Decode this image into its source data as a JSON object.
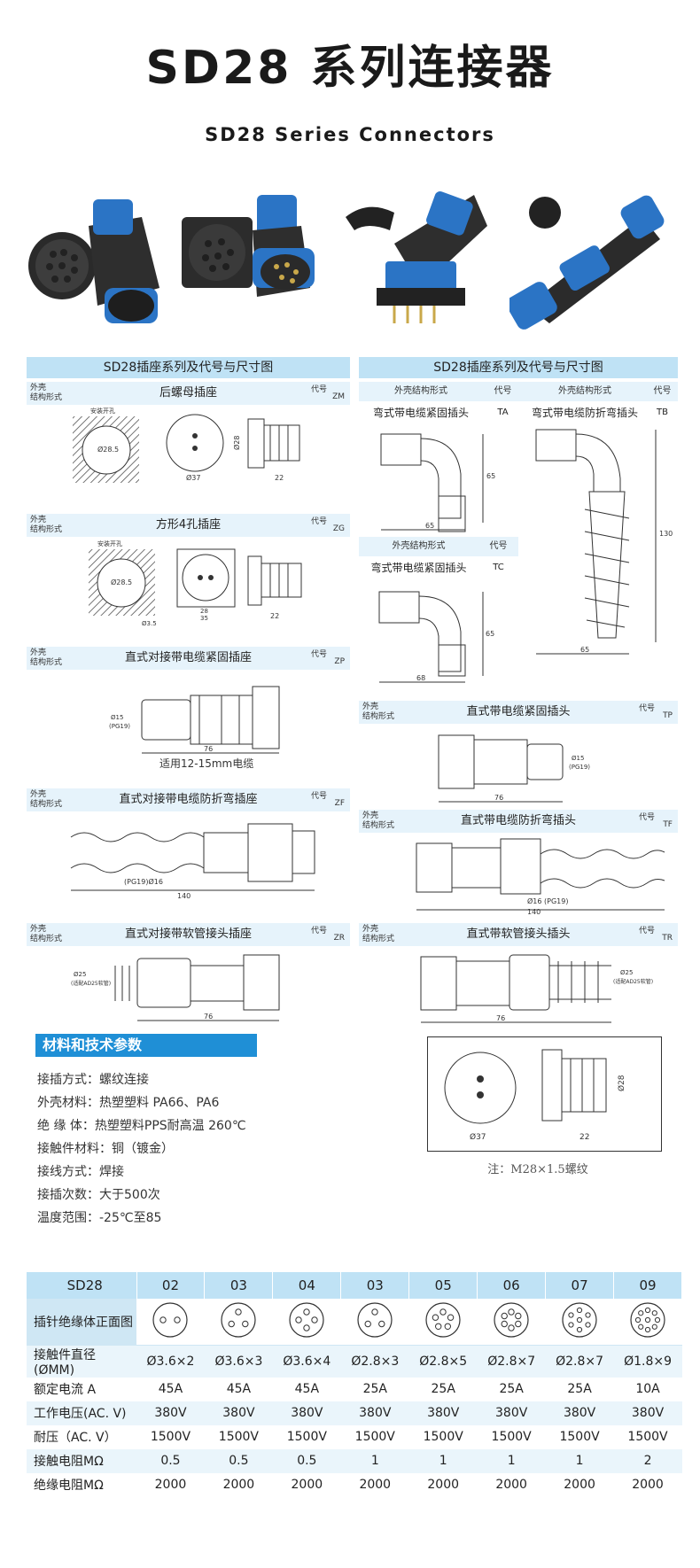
{
  "header": {
    "title": "SD28 系列连接器",
    "subtitle": "SD28 Series Connectors"
  },
  "left_panel": {
    "header": "SD28插座系列及代号与尺寸图",
    "label_top": "外壳",
    "label_bottom": "结构形式",
    "code_label": "代号",
    "sections": [
      {
        "name": "后螺母插座",
        "code": "ZM",
        "dims": [
          "安装开孔",
          "Ø28.5",
          "Ø37",
          "Ø28",
          "22"
        ]
      },
      {
        "name": "方形4孔插座",
        "code": "ZG",
        "dims": [
          "安装开孔",
          "Ø28.5",
          "Ø3.5",
          "35",
          "28",
          "22"
        ]
      },
      {
        "name": "直式对接带电缆紧固插座",
        "code": "ZP",
        "dims": [
          "Ø15",
          "(PG19)",
          "76",
          "适用12-15mm电缆"
        ]
      },
      {
        "name": "直式对接带电缆防折弯插座",
        "code": "ZF",
        "dims": [
          "(PG19)Ø16",
          "140"
        ]
      },
      {
        "name": "直式对接带软管接头插座",
        "code": "ZR",
        "dims": [
          "Ø25",
          "(适配AD25软管)",
          "76"
        ]
      }
    ]
  },
  "right_panel": {
    "header": "SD28插座系列及代号与尺寸图",
    "col_label": "外壳结构形式",
    "code_label": "代号",
    "ta": {
      "name": "弯式带电缆紧固插头",
      "code": "TA",
      "dims": [
        "65",
        "65"
      ]
    },
    "tb": {
      "name": "弯式带电缆防折弯插头",
      "code": "TB",
      "dims": [
        "130",
        "65"
      ]
    },
    "tc": {
      "name": "弯式带电缆紧固插头",
      "code": "TC",
      "dims": [
        "65",
        "68"
      ]
    },
    "label_top": "外壳",
    "label_bottom": "结构形式",
    "sections": [
      {
        "name": "直式带电缆紧固插头",
        "code": "TP",
        "dims": [
          "Ø15",
          "(PG19)",
          "76"
        ]
      },
      {
        "name": "直式带电缆防折弯插头",
        "code": "TF",
        "dims": [
          "Ø16 (PG19)",
          "140"
        ]
      },
      {
        "name": "直式带软管接头插头",
        "code": "TR",
        "dims": [
          "Ø25",
          "(适配AD25软管)",
          "76"
        ]
      }
    ],
    "extra_dims": [
      "Ø37",
      "Ø28",
      "22"
    ]
  },
  "materials": {
    "title": "材料和技术参数",
    "items": [
      "接插方式：螺纹连接",
      "外壳材料：热塑塑料 PA66、PA6",
      "绝 缘 体：热塑塑料PPS耐高温 260℃",
      "接触件材料：铜（镀金）",
      "接线方式：焊接",
      "接插次数：大于500次",
      "温度范围：-25℃至85"
    ],
    "note": "注：M28×1.5螺纹"
  },
  "spec_table": {
    "header": [
      "SD28",
      "02",
      "03",
      "04",
      "03",
      "05",
      "06",
      "07",
      "09"
    ],
    "pin_row_label": "插针绝缘体正面图",
    "pin_counts": [
      2,
      3,
      4,
      3,
      5,
      6,
      7,
      9
    ],
    "rows": [
      {
        "label": "接触件直径(ØMM)",
        "values": [
          "Ø3.6×2",
          "Ø3.6×3",
          "Ø3.6×4",
          "Ø2.8×3",
          "Ø2.8×5",
          "Ø2.8×7",
          "Ø2.8×7",
          "Ø1.8×9"
        ]
      },
      {
        "label": "额定电流 A",
        "values": [
          "45A",
          "45A",
          "45A",
          "25A",
          "25A",
          "25A",
          "25A",
          "10A"
        ]
      },
      {
        "label": "工作电压(AC. V)",
        "values": [
          "380V",
          "380V",
          "380V",
          "380V",
          "380V",
          "380V",
          "380V",
          "380V"
        ]
      },
      {
        "label": "耐压（AC. V）",
        "values": [
          "1500V",
          "1500V",
          "1500V",
          "1500V",
          "1500V",
          "1500V",
          "1500V",
          "1500V"
        ]
      },
      {
        "label": "接触电阻MΩ",
        "values": [
          "0.5",
          "0.5",
          "0.5",
          "1",
          "1",
          "1",
          "1",
          "2"
        ]
      },
      {
        "label": "绝缘电阻MΩ",
        "values": [
          "2000",
          "2000",
          "2000",
          "2000",
          "2000",
          "2000",
          "2000",
          "2000"
        ]
      }
    ]
  }
}
